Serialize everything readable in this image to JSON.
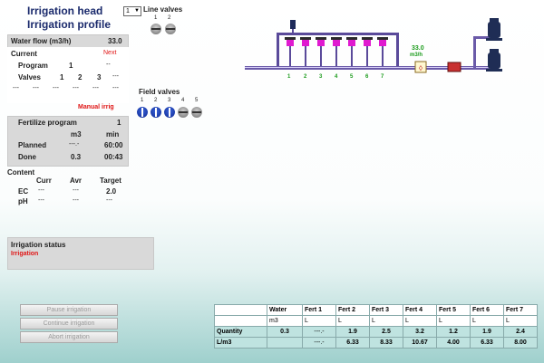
{
  "header": {
    "irrigation_head_label": "Irrigation head",
    "irrigation_head_value": "1",
    "irrigation_profile_label": "Irrigation profile",
    "line_valves_label": "Line valves",
    "line_valve_numbers": [
      "1",
      "2"
    ]
  },
  "water_panel": {
    "water_flow_label": "Water flow (m3/h)",
    "water_flow_value": "33.0",
    "current_label": "Current",
    "next_label": "Next",
    "program_label": "Program",
    "program_current": "1",
    "program_next": "--",
    "valves_label": "Valves",
    "valves_values": [
      "1",
      "2",
      "3",
      "---"
    ],
    "dash_row": [
      "---",
      "---",
      "---",
      "---",
      "---",
      "---"
    ],
    "manual_irrig": "Manual irrig"
  },
  "field_valves": {
    "label": "Field valves",
    "numbers": [
      "1",
      "2",
      "3",
      "4",
      "5"
    ],
    "states": [
      "open",
      "open",
      "open",
      "closed",
      "closed"
    ]
  },
  "diagram": {
    "valve_numbers": [
      "1",
      "2",
      "3",
      "4",
      "5",
      "6",
      "7"
    ],
    "flow_value": "33.0",
    "flow_unit": "m3/h"
  },
  "fertilize": {
    "title": "Fertilize program",
    "program_value": "1",
    "col_m3": "m3",
    "col_min": "min",
    "planned_label": "Planned",
    "planned_m3": "---.-",
    "planned_min": "60:00",
    "done_label": "Done",
    "done_m3": "0.3",
    "done_min": "00:43"
  },
  "content": {
    "title": "Content",
    "col_curr": "Curr",
    "col_avr": "Avr",
    "col_target": "Target",
    "ec_label": "EC",
    "ec_values": [
      "---",
      "---",
      "2.0"
    ],
    "ph_label": "pH",
    "ph_values": [
      "---",
      "---",
      "---"
    ]
  },
  "status": {
    "title": "Irrigation status",
    "value": "Irrigation"
  },
  "buttons": {
    "pause": "Pause irrigation",
    "continue": "Continue irrigation",
    "abort": "Abort irrigation"
  },
  "fert_table": {
    "headers": [
      "Water",
      "Fert 1",
      "Fert 2",
      "Fert 3",
      "Fert 4",
      "Fert 5",
      "Fert 6",
      "Fert 7"
    ],
    "units": [
      "m3",
      "L",
      "L",
      "L",
      "L",
      "L",
      "L",
      "L"
    ],
    "quantity_label": "Quantity",
    "quantity": [
      "0.3",
      "---.-",
      "1.9",
      "2.5",
      "3.2",
      "1.2",
      "1.9",
      "2.4"
    ],
    "lm3_label": "L/m3",
    "lm3": [
      "",
      "---.-",
      "6.33",
      "8.33",
      "10.67",
      "4.00",
      "6.33",
      "8.00"
    ]
  },
  "colors": {
    "title_blue": "#1a2a6c",
    "alert_red": "#e01515",
    "panel_gray": "#d9d9d9",
    "valve_magenta": "#e01ad0",
    "pipe_purple": "#5a4a9a",
    "flow_green": "#1a9a1a"
  }
}
